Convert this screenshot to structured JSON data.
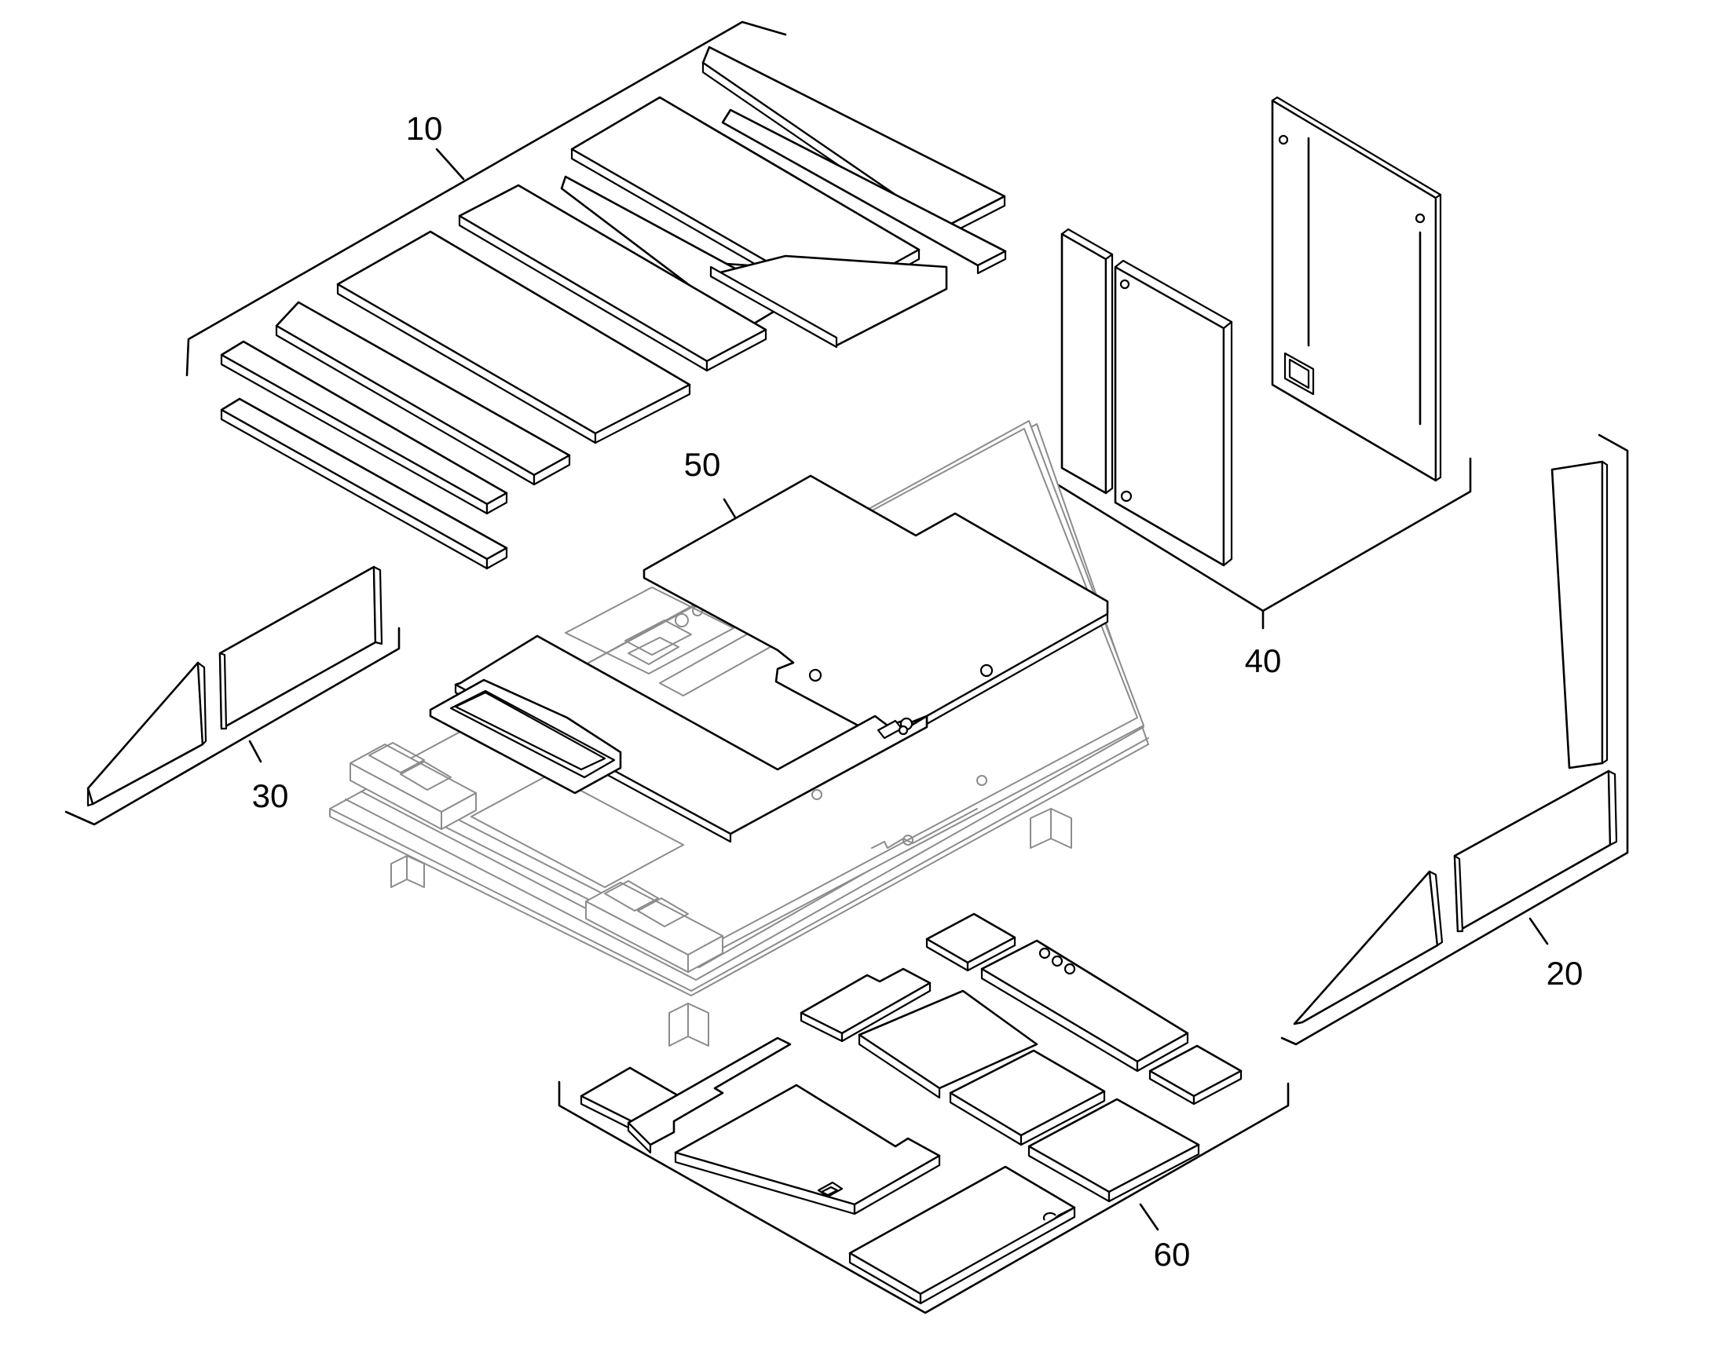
{
  "labels": {
    "panel_group_top": "10",
    "panel_group_right": "20",
    "panel_group_left": "30",
    "panel_group_back": "40",
    "top_cover": "50",
    "panel_group_bottom": "60"
  }
}
